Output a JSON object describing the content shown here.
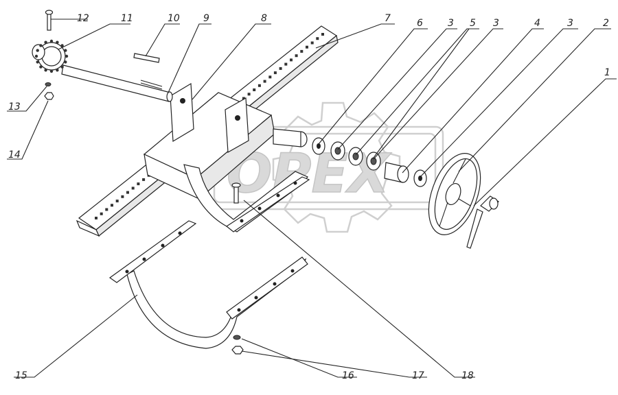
{
  "watermark": {
    "text": "OPEX"
  },
  "callouts": [
    {
      "id": "c1",
      "label": "1"
    },
    {
      "id": "c2",
      "label": "2"
    },
    {
      "id": "c3a",
      "label": "3"
    },
    {
      "id": "c3b",
      "label": "3"
    },
    {
      "id": "c3c",
      "label": "3"
    },
    {
      "id": "c4",
      "label": "4"
    },
    {
      "id": "c5",
      "label": "5"
    },
    {
      "id": "c6",
      "label": "6"
    },
    {
      "id": "c7",
      "label": "7"
    },
    {
      "id": "c8",
      "label": "8"
    },
    {
      "id": "c9",
      "label": "9"
    },
    {
      "id": "c10",
      "label": "10"
    },
    {
      "id": "c11",
      "label": "11"
    },
    {
      "id": "c12",
      "label": "12"
    },
    {
      "id": "c13",
      "label": "13"
    },
    {
      "id": "c14",
      "label": "14"
    },
    {
      "id": "c15",
      "label": "15"
    },
    {
      "id": "c16",
      "label": "16"
    },
    {
      "id": "c17",
      "label": "17"
    },
    {
      "id": "c18",
      "label": "18"
    }
  ]
}
